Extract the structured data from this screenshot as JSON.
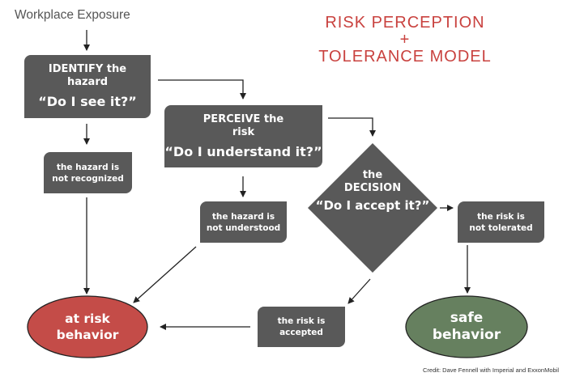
{
  "title": {
    "line1": "RISK PERCEPTION",
    "line2": "+",
    "line3": "TOLERANCE MODEL"
  },
  "entry_label": "Workplace Exposure",
  "identify": {
    "heading1": "IDENTIFY the",
    "heading2": "hazard",
    "question": "“Do I see it?”"
  },
  "perceive": {
    "heading1": "PERCEIVE the",
    "heading2": "risk",
    "question": "“Do I understand it?”"
  },
  "decision": {
    "heading1": "the",
    "heading2": "DECISION",
    "question": "“Do I accept it?”"
  },
  "outcomes": {
    "not_recognized": {
      "line1": "the hazard is",
      "line2": "not recognized"
    },
    "not_understood": {
      "line1": "the hazard is",
      "line2": "not understood"
    },
    "not_tolerated": {
      "line1": "the risk is",
      "line2": "not tolerated"
    },
    "accepted": {
      "line1": "the risk is",
      "line2": "accepted"
    }
  },
  "at_risk": {
    "line1": "at risk",
    "line2": "behavior"
  },
  "safe": {
    "line1": "safe",
    "line2": "behavior"
  },
  "credit": "Credit: Dave Fennell with Imperial and ExxonMobil",
  "colors": {
    "box": "#595959",
    "title": "#c9423f",
    "at_risk": "#c44c48",
    "safe": "#66805f"
  }
}
